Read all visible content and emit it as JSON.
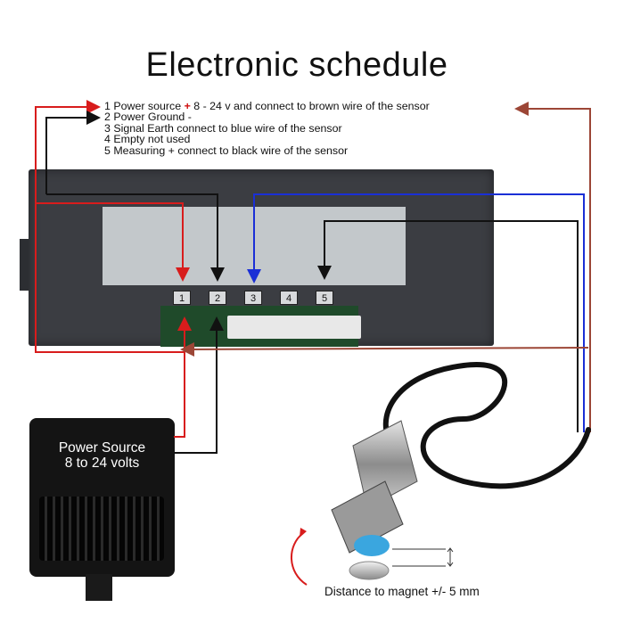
{
  "title": "Electronic schedule",
  "legend": [
    {
      "num": "1",
      "pre": "Power source ",
      "plus": "+",
      "post": " 8 - 24 v and connect to brown wire of the sensor"
    },
    {
      "num": "2",
      "pre": "Power Ground -",
      "plus": "",
      "post": ""
    },
    {
      "num": "3",
      "pre": "Signal Earth connect to blue wire of the sensor",
      "plus": "",
      "post": ""
    },
    {
      "num": "4",
      "pre": "Empty not used",
      "plus": "",
      "post": ""
    },
    {
      "num": "5",
      "pre": "Measuring + connect to black wire of the sensor",
      "plus": "",
      "post": ""
    }
  ],
  "terminals": [
    "1",
    "2",
    "3",
    "4",
    "5"
  ],
  "power_source": {
    "line1": "Power Source",
    "line2": "8 to 24 volts"
  },
  "distance_label": "Distance to magnet +/- 5 mm",
  "colors": {
    "red_wire": "#d81c1c",
    "black_wire": "#111111",
    "blue_wire": "#1a2fd6",
    "brown_wire": "#9c4636",
    "device_body": "#3b3d42",
    "panel": "#c3c8cb"
  },
  "icons": [
    "arrow-icon",
    "rotation-arrow-icon",
    "double-arrow-icon"
  ]
}
